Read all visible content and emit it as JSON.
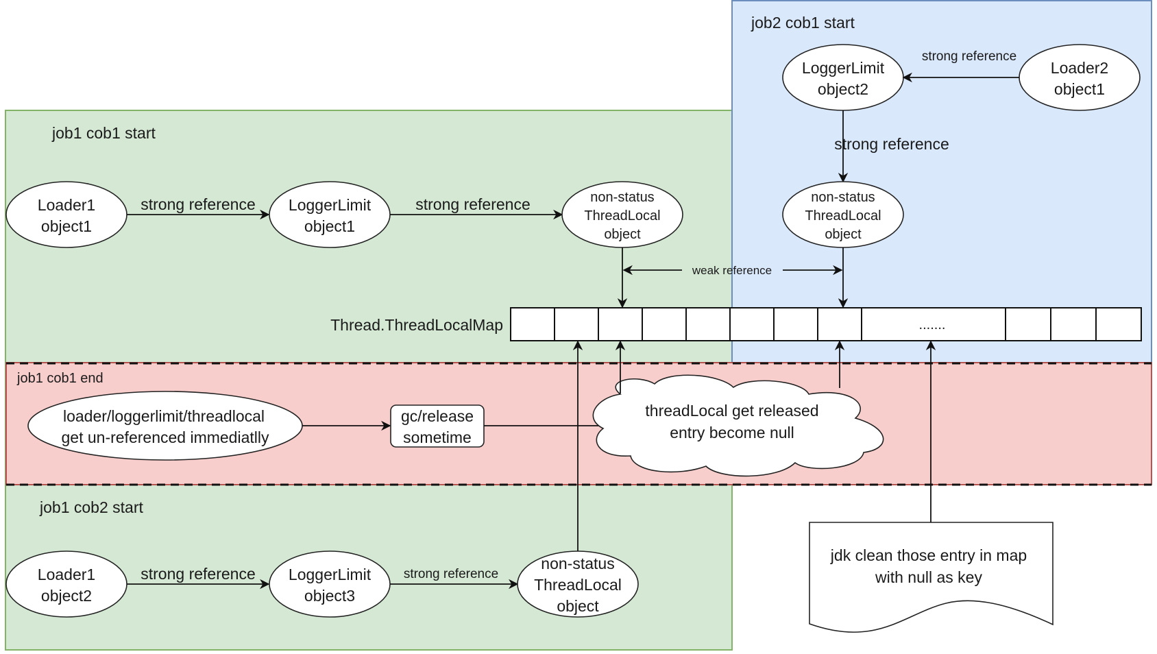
{
  "regions": {
    "job1_cob1_start": "job1 cob1 start",
    "job2_cob1_start": "job2 cob1 start",
    "job1_cob1_end": "job1 cob1 end",
    "job1_cob2_start": "job1 cob2 start"
  },
  "colors": {
    "green_fill": "#d5e8d4",
    "green_stroke": "#82b366",
    "blue_fill": "#dae8fc",
    "blue_stroke": "#6c8ebf",
    "red_fill": "#f8cecc",
    "red_stroke": "#b85450"
  },
  "nodes": {
    "loader1_object1": [
      "Loader1",
      "object1"
    ],
    "loggerlimit_object1": [
      "LoggerLimit",
      "object1"
    ],
    "threadlocal_job1": [
      "non-status",
      "ThreadLocal",
      "object"
    ],
    "loggerlimit_object2": [
      "LoggerLimit",
      "object2"
    ],
    "loader2_object1": [
      "Loader2",
      "object1"
    ],
    "threadlocal_job2": [
      "non-status",
      "ThreadLocal",
      "object"
    ],
    "unreferenced": [
      "loader/loggerlimit/threadlocal",
      "get un-referenced immediatlly"
    ],
    "gc_release": [
      "gc/release",
      "sometime"
    ],
    "released_cloud": [
      "threadLocal get released",
      "entry become null"
    ],
    "loader1_object2": [
      "Loader1",
      "object2"
    ],
    "loggerlimit_object3": [
      "LoggerLimit",
      "object3"
    ],
    "threadlocal_cob2": [
      "non-status",
      "ThreadLocal",
      "object"
    ],
    "jdk_clean": [
      "jdk clean those entry in map",
      "with null as key"
    ]
  },
  "edges": {
    "strong_reference": "strong reference",
    "weak_reference": "weak reference"
  },
  "map": {
    "label": "Thread.ThreadLocalMap",
    "ellipsis": ".......",
    "cells_before_gap": 8,
    "cells_after_gap": 3
  }
}
